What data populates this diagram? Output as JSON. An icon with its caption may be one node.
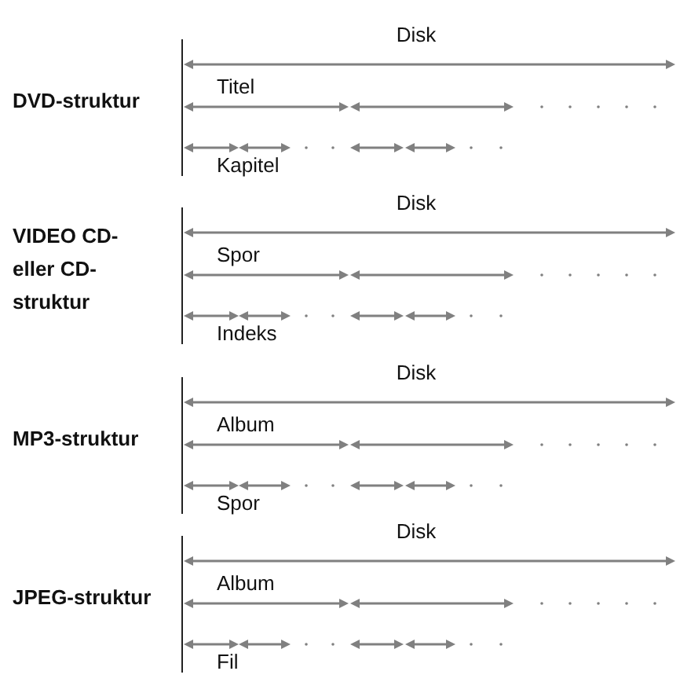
{
  "diagram": {
    "labels": [
      "DVD-struktur",
      "Disk",
      "Titel",
      "Kapitel",
      "VIDEO CD- eller CD-struktur",
      "Disk",
      "Spor",
      "Indeks",
      "MP3-struktur",
      "Disk",
      "Album",
      "Spor",
      "JPEG-struktur",
      "Disk",
      "Album",
      "Fil"
    ]
  }
}
